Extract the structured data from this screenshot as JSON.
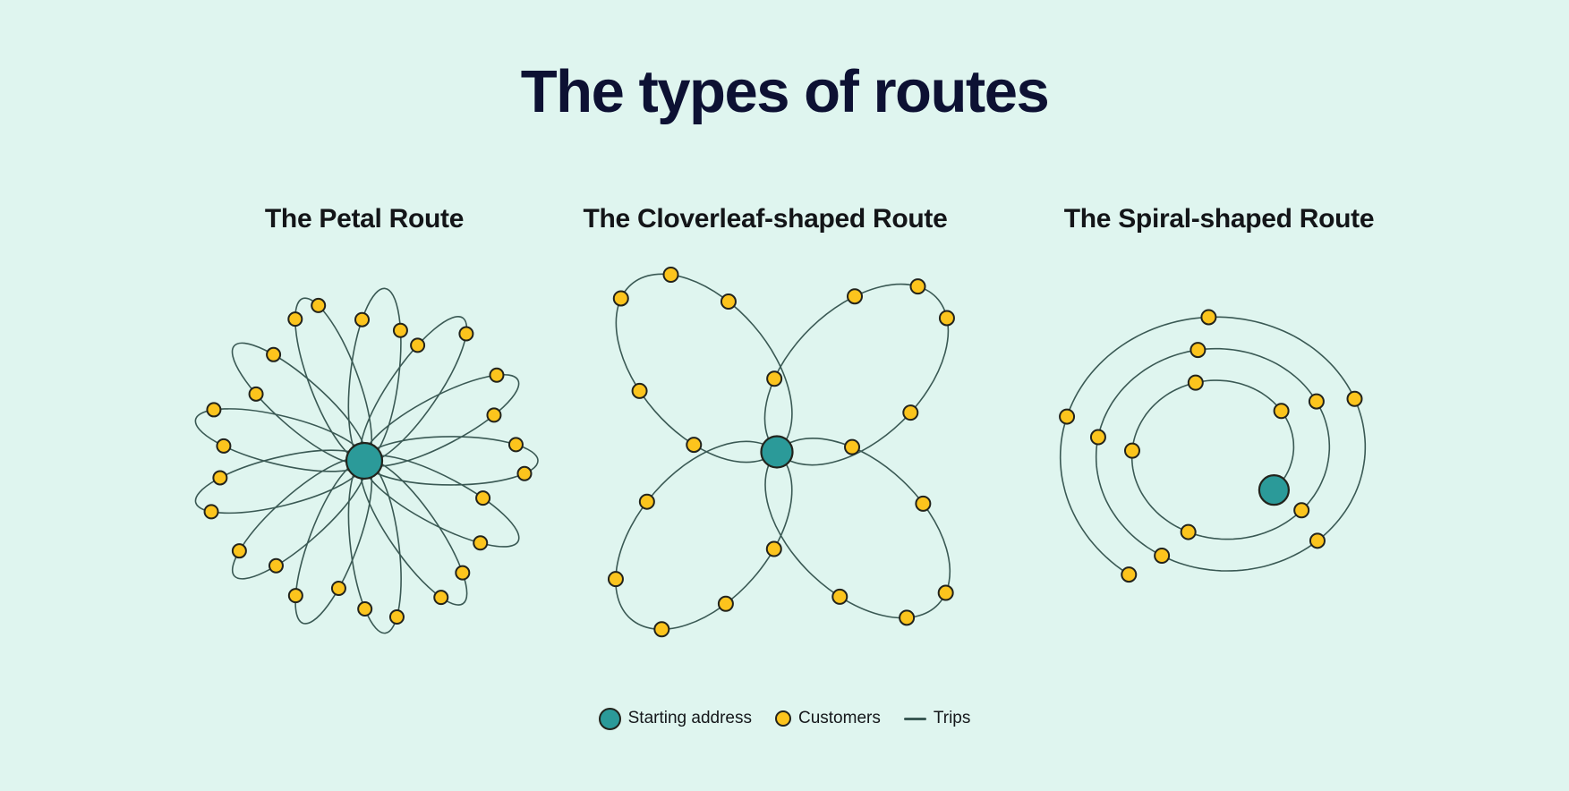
{
  "title": "The types of routes",
  "diagrams": [
    {
      "key": "petal",
      "title": "The Petal Route",
      "petal_count": 13,
      "customer_count": 26
    },
    {
      "key": "cloverleaf",
      "title": "The Cloverleaf-shaped Route",
      "loop_count": 4,
      "customer_count": 20
    },
    {
      "key": "spiral",
      "title": "The Spiral-shaped Route",
      "turn_count": 2.75,
      "customer_count": 14
    }
  ],
  "legend": [
    {
      "key": "starting-address",
      "label": "Starting address"
    },
    {
      "key": "customers",
      "label": "Customers"
    },
    {
      "key": "trips",
      "label": "Trips"
    }
  ],
  "colors": {
    "background": "#DFF5EF",
    "title_text": "#0D1133",
    "subtitle_text": "#131518",
    "starting_address_fill": "#2B9A99",
    "customer_fill": "#FCC41D",
    "marker_outline": "#22231C",
    "trip_line": "#3A5954",
    "legend_text": "#15181B"
  }
}
